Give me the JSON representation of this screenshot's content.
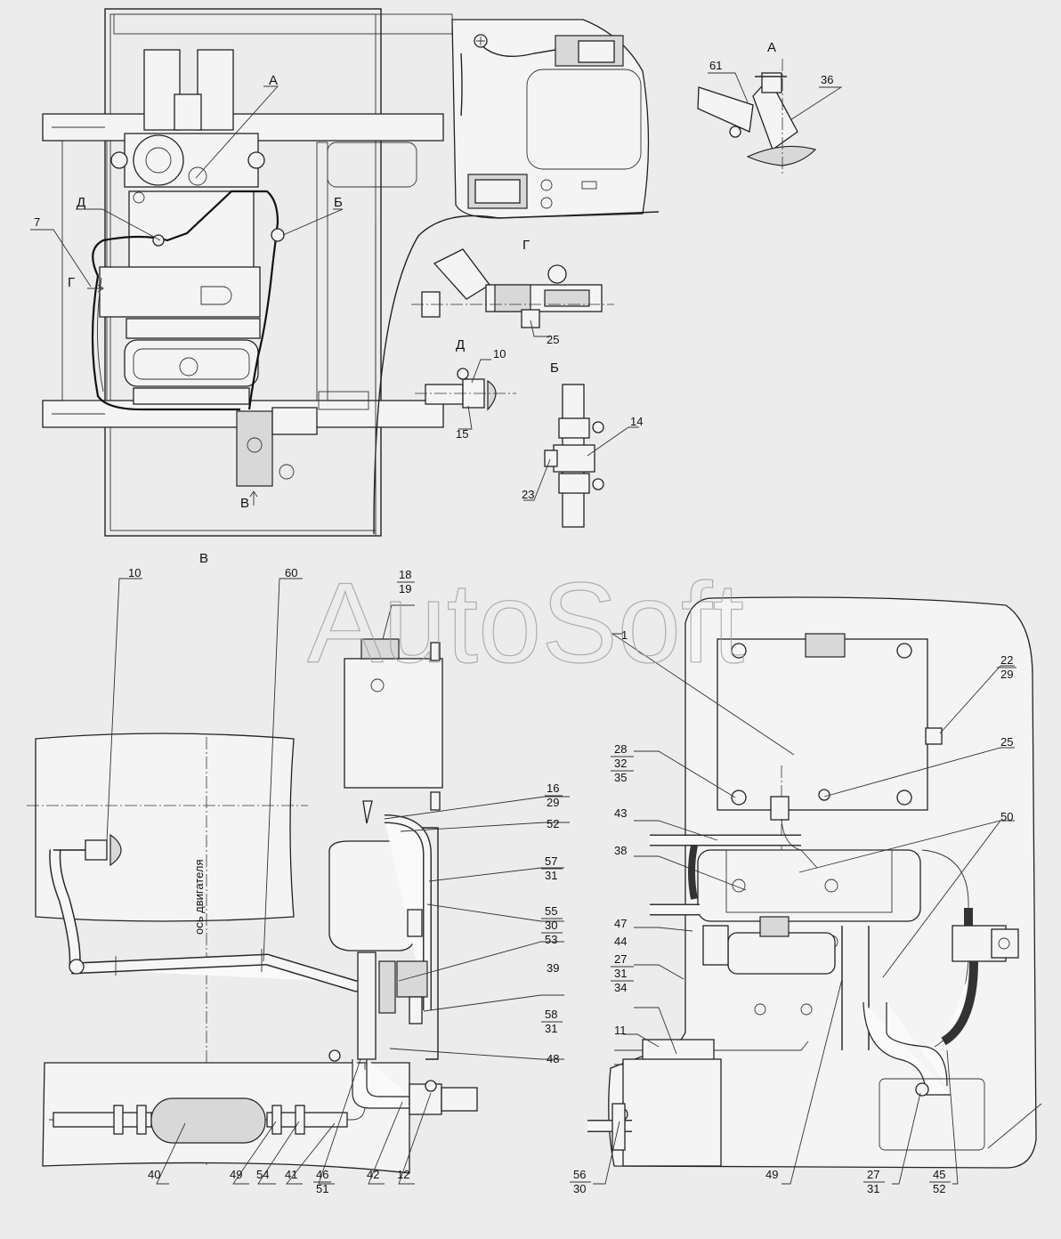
{
  "watermark": "AutoSoft",
  "views": {
    "A": "А",
    "G": "Г",
    "D": "Д",
    "B": "Б",
    "V": "В",
    "V_arrow": "В"
  },
  "engine_axis_label": "ось двигателя",
  "callouts": {
    "c61": "61",
    "c36": "36",
    "c7": "7",
    "c25g": "25",
    "c10d": "10",
    "c15": "15",
    "c14": "14",
    "c23": "23",
    "c10": "10",
    "c60": "60",
    "c18": "18",
    "c19": "19",
    "c16": "16",
    "c29a": "29",
    "c52": "52",
    "c57": "57",
    "c31a": "31",
    "c55": "55",
    "c30a": "30",
    "c53": "53",
    "c39": "39",
    "c58": "58",
    "c31b": "31",
    "c48": "48",
    "c40": "40",
    "c49a": "49",
    "c54": "54",
    "c41": "41",
    "c46": "46",
    "c51": "51",
    "c42": "42",
    "c12": "12",
    "c1": "1",
    "c22": "22",
    "c29b": "29",
    "c25": "25",
    "c28": "28",
    "c32": "32",
    "c35": "35",
    "c43": "43",
    "c50": "50",
    "c38": "38",
    "c47": "47",
    "c44": "44",
    "c27a": "27",
    "c31c": "31",
    "c34": "34",
    "c11": "11",
    "c56": "56",
    "c30b": "30",
    "c49b": "49",
    "c27b": "27",
    "c31d": "31",
    "c45": "45",
    "c52b": "52"
  }
}
